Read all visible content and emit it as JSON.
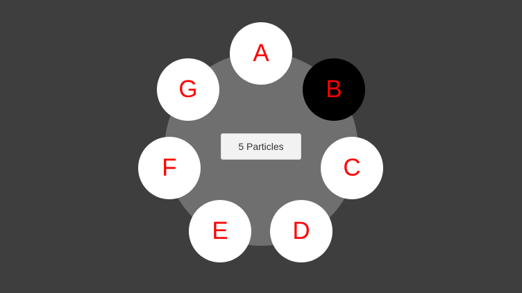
{
  "center": {
    "label": "5 Particles"
  },
  "nodes": [
    {
      "label": "A",
      "selected": false
    },
    {
      "label": "B",
      "selected": true
    },
    {
      "label": "C",
      "selected": false
    },
    {
      "label": "D",
      "selected": false
    },
    {
      "label": "E",
      "selected": false
    },
    {
      "label": "F",
      "selected": false
    },
    {
      "label": "G",
      "selected": false
    }
  ],
  "colors": {
    "background": "#3e3e3e",
    "ring": "#6f6f6f",
    "node_fill": "#ffffff",
    "node_selected_fill": "#000000",
    "node_text": "#ff0000",
    "center_fill": "#f2f2f2",
    "center_text": "#333333"
  }
}
